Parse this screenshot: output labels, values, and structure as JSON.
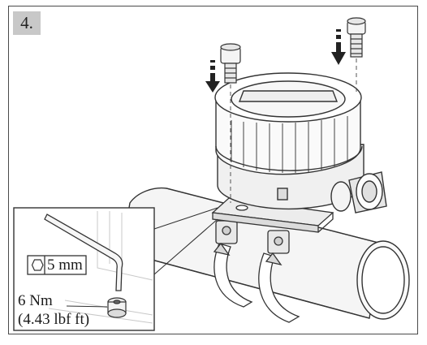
{
  "step": {
    "number_label": "4."
  },
  "inset": {
    "tool_size_label": "5 mm",
    "torque_label_nm": "6 Nm",
    "torque_label_imperial": "(4.43 lbf ft)"
  },
  "icons": {
    "tool_icon": "hexagon-socket-icon",
    "arrow_icon": "dashed-down-arrow-icon"
  }
}
